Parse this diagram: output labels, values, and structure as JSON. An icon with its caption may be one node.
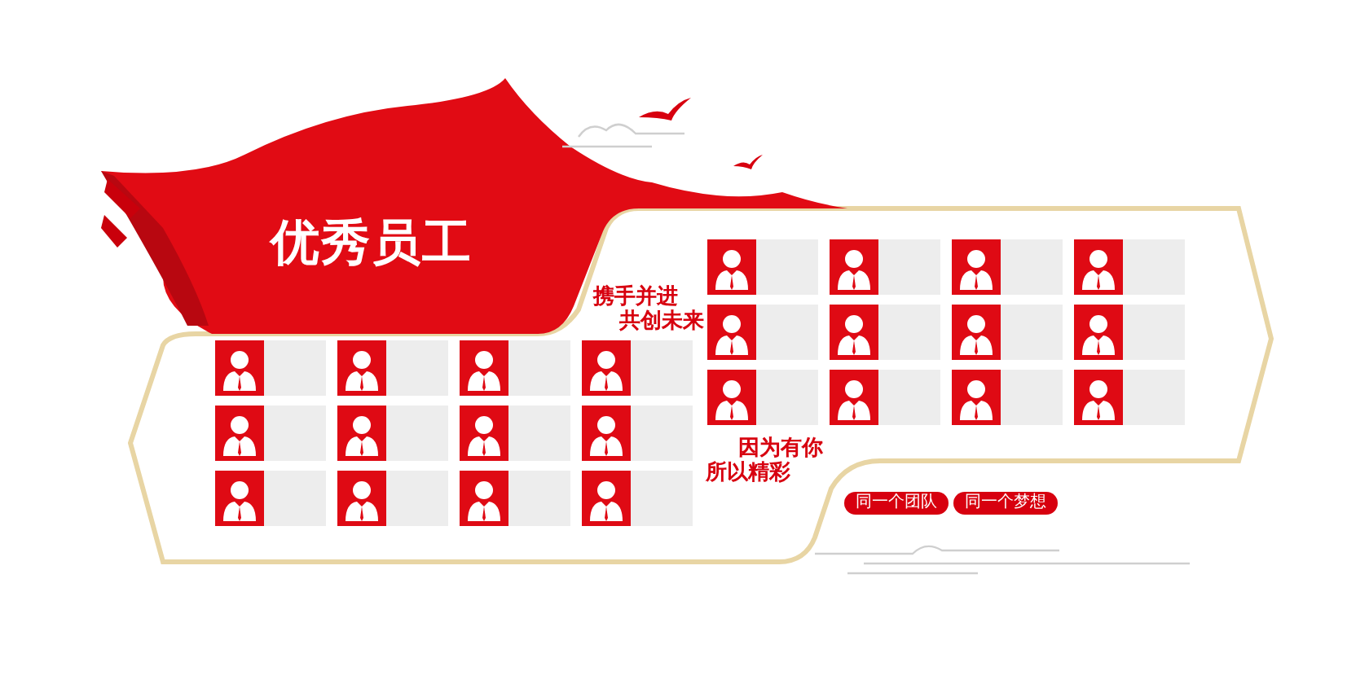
{
  "diagram": {
    "title": "优秀员工",
    "labels": [
      "携手并进",
      "共创未来",
      "因为有你",
      "所以精彩",
      "同一个团队",
      "同一个梦想"
    ]
  }
}
